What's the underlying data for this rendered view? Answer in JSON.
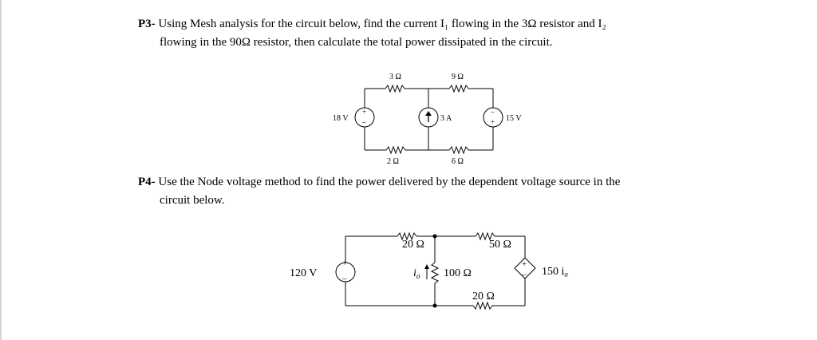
{
  "p3": {
    "label": "P3-",
    "line1": "Using Mesh analysis for the circuit below, find the current I₁ flowing in the 3Ω resistor and I₂",
    "line2": "flowing in the 90Ω resistor, then calculate the total power dissipated in the circuit.",
    "circuit": {
      "r_top_left": "3 Ω",
      "r_top_right": "9 Ω",
      "r_bottom_left": "2 Ω",
      "r_bottom_right": "6 Ω",
      "v_left": "18 V",
      "i_mid": "3 A",
      "v_right": "15 V"
    }
  },
  "p4": {
    "label": "P4-",
    "line1": "Use the Node voltage method to find the power delivered by the dependent voltage source in the",
    "line2": "circuit below.",
    "circuit": {
      "v_left": "120 V",
      "r_top_left": "20 Ω",
      "r_top_right": "50 Ω",
      "r_mid": "100 Ω",
      "r_bottom": "20 Ω",
      "i_label": "i",
      "i_sub": "σ",
      "dep_coef": "150 i",
      "dep_sub": "σ"
    }
  },
  "colors": {
    "text": "#000000",
    "background": "#ffffff",
    "page_rule": "#d4d4d4"
  }
}
